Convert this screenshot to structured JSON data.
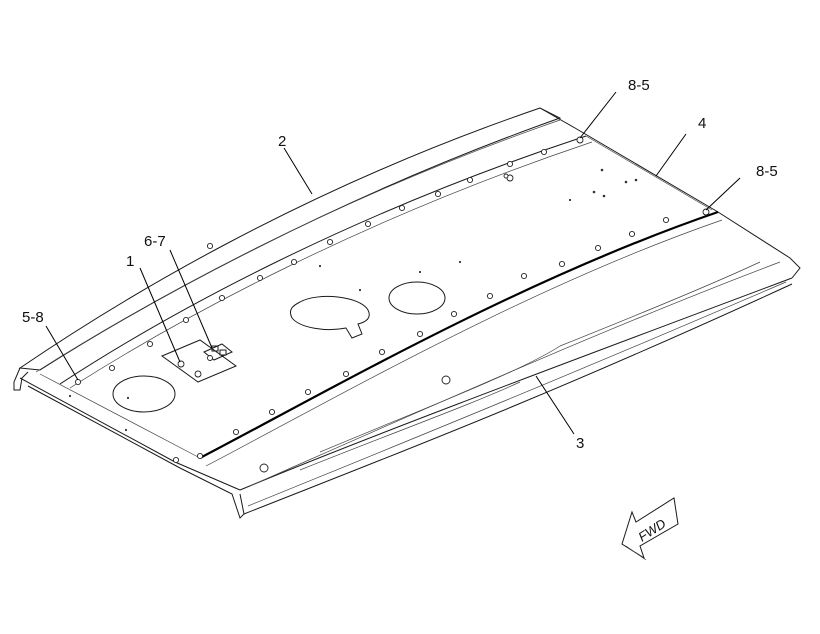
{
  "diagram": {
    "callouts": [
      {
        "id": "c1",
        "text": "2"
      },
      {
        "id": "c2",
        "text": "8-5"
      },
      {
        "id": "c3",
        "text": "4"
      },
      {
        "id": "c4",
        "text": "8-5"
      },
      {
        "id": "c5",
        "text": "6-7"
      },
      {
        "id": "c6",
        "text": "1"
      },
      {
        "id": "c7",
        "text": "5-8"
      },
      {
        "id": "c8",
        "text": "3"
      }
    ],
    "direction_marker": "FWD"
  }
}
